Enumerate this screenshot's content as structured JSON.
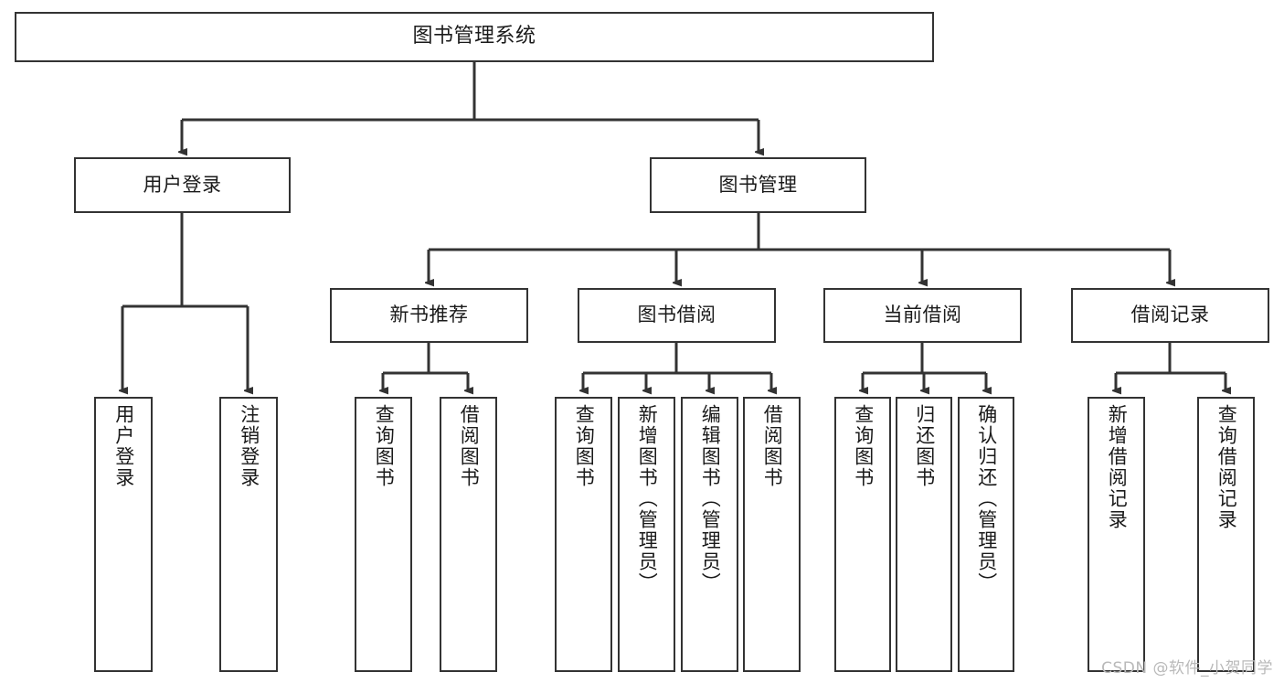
{
  "diagram": {
    "type": "tree-hierarchy",
    "title": "图书管理系统",
    "colors": {
      "box_border": "#333333",
      "box_fill": "#ffffff",
      "connector": "#333333",
      "text": "#1a1a1a",
      "watermark": "#b9b9b9"
    },
    "root": {
      "label": "图书管理系统"
    },
    "level2": [
      {
        "label": "用户登录"
      },
      {
        "label": "图书管理"
      }
    ],
    "level3": [
      {
        "label": "新书推荐"
      },
      {
        "label": "图书借阅"
      },
      {
        "label": "当前借阅"
      },
      {
        "label": "借阅记录"
      }
    ],
    "leaves": {
      "user_login": [
        {
          "label": "用户登录"
        },
        {
          "label": "注销登录"
        }
      ],
      "new_book_recommend": [
        {
          "label": "查询图书"
        },
        {
          "label": "借阅图书"
        }
      ],
      "book_borrow": [
        {
          "label": "查询图书"
        },
        {
          "label": "新增图书（管理员）"
        },
        {
          "label": "编辑图书（管理员）"
        },
        {
          "label": "借阅图书"
        }
      ],
      "current_borrow": [
        {
          "label": "查询图书"
        },
        {
          "label": "归还图书"
        },
        {
          "label": "确认归还（管理员）"
        }
      ],
      "borrow_records": [
        {
          "label": "新增借阅记录"
        },
        {
          "label": "查询借阅记录"
        }
      ]
    }
  },
  "watermark": {
    "text": "CSDN @软件_小贺同学"
  }
}
